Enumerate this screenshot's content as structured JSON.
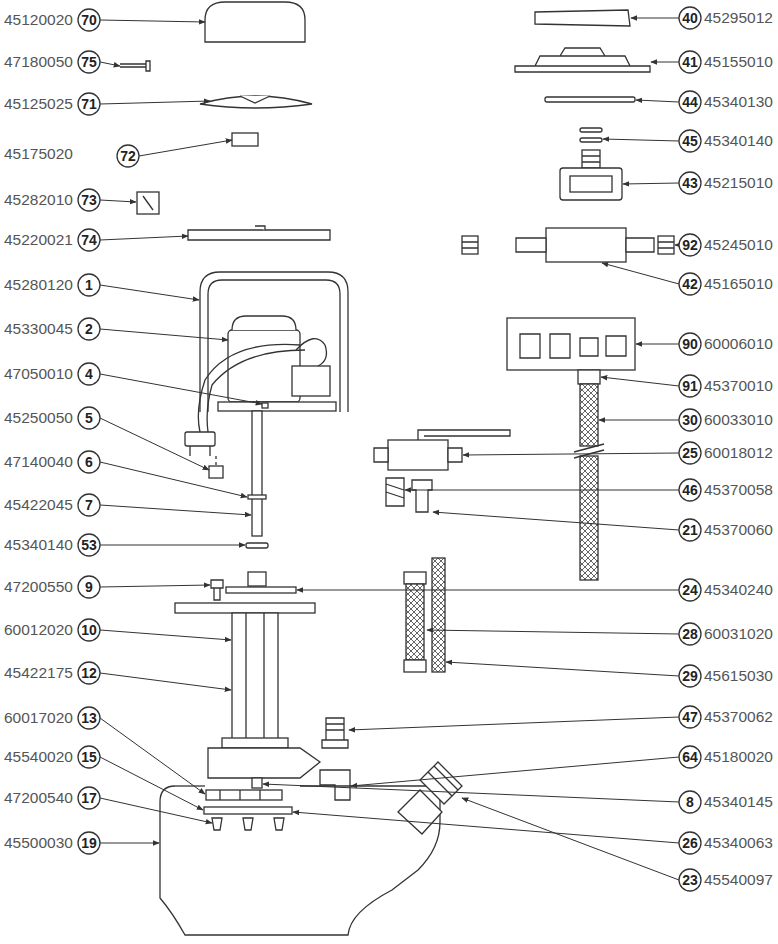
{
  "diagram": {
    "labels": [
      "45120020",
      "70",
      "47180050",
      "75",
      "45125025",
      "71",
      "45175020",
      "72",
      "45282010",
      "73",
      "45220021",
      "74",
      "45280120",
      "1",
      "45330045",
      "2",
      "47050010",
      "4",
      "45250050",
      "5",
      "47140040",
      "6",
      "45422045",
      "7",
      "45340140",
      "53",
      "47200550",
      "9",
      "60012020",
      "10",
      "45422175",
      "12",
      "60017020",
      "13",
      "45540020",
      "15",
      "47200540",
      "17",
      "45500030",
      "19",
      "40",
      "45295012",
      "41",
      "45155010",
      "44",
      "45340130",
      "45",
      "45340140",
      "43",
      "45215010",
      "92",
      "45245010",
      "42",
      "45165010",
      "90",
      "60006010",
      "91",
      "45370010",
      "30",
      "60033010",
      "25",
      "60018012",
      "46",
      "45370058",
      "21",
      "45370060",
      "24",
      "45340240",
      "28",
      "60031020",
      "29",
      "45615030",
      "47",
      "45370062",
      "64",
      "45180020",
      "8",
      "45340145",
      "26",
      "45340063",
      "23",
      "45540097"
    ]
  }
}
